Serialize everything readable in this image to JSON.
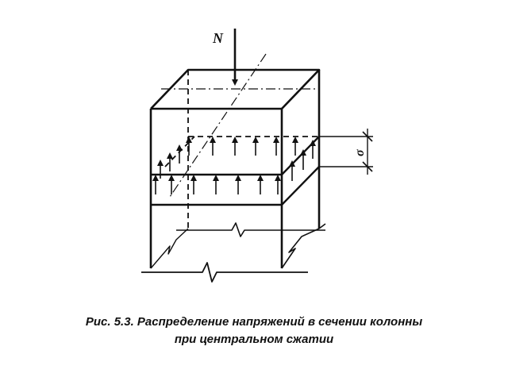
{
  "diagram": {
    "force_label": "N",
    "stress_label": "σ",
    "line_color": "#111111"
  },
  "caption": {
    "line1": "Рис. 5.3. Распределение напряжений в сечении колонны",
    "line2": "при центральном сжатии"
  }
}
